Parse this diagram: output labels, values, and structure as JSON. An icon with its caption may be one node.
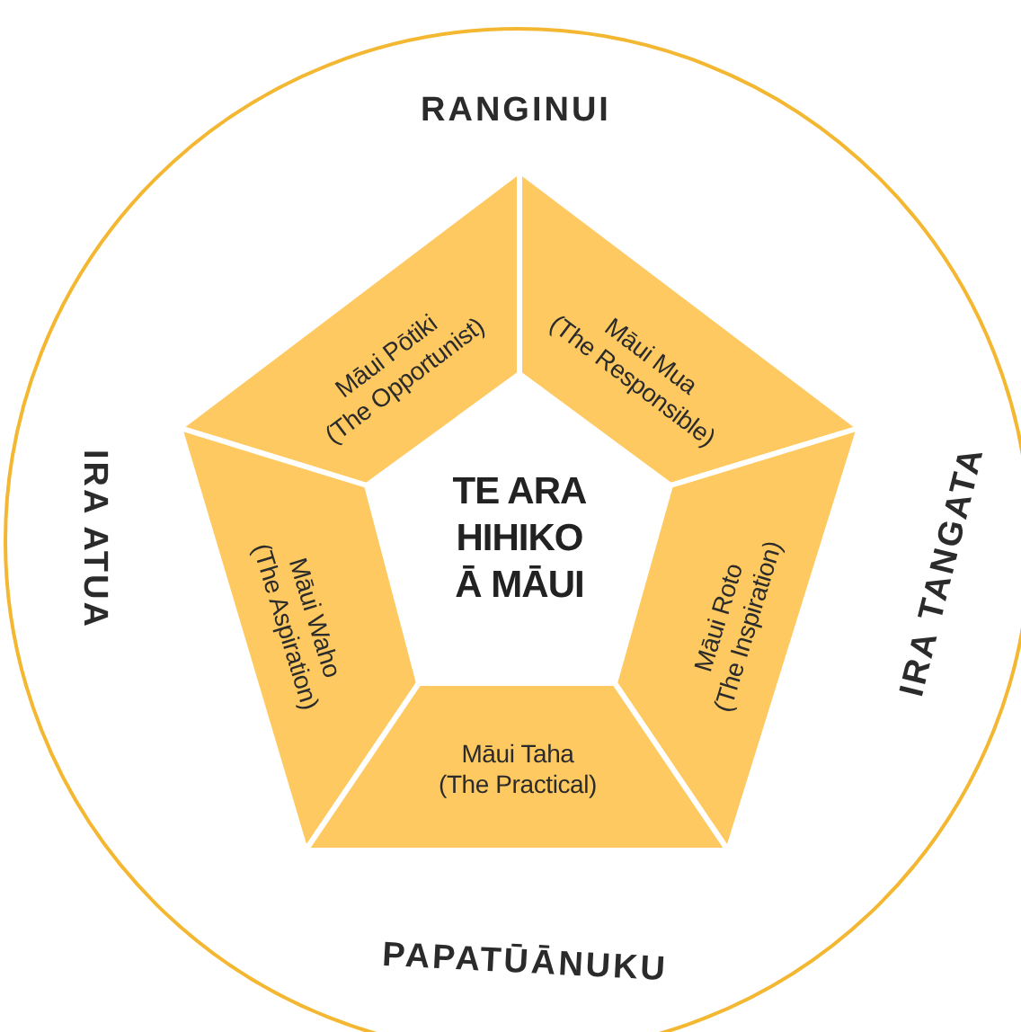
{
  "diagram": {
    "nodes": [
      {
        "text": [
          "RANGINUI",
          "IRA TANGATA",
          "PAPATŪĀNUKU",
          "IRA ATUA"
        ]
      },
      {
        "text": [
          "Māui Pōtiki",
          "(The Opportunist)"
        ],
        "in": 0
      },
      {
        "text": [
          "Māui Mua",
          "(The Responsible)"
        ],
        "in": 0
      },
      {
        "text": [
          "Māui Waho",
          "(The Aspiration)"
        ],
        "in": 0
      },
      {
        "text": [
          "TE ARA HIHIKO Ā MĀUI"
        ],
        "in": 0
      },
      {
        "text": [
          "Māui Roto",
          "(The Inspiration)"
        ],
        "in": 0
      },
      {
        "text": [
          "Māui Taha",
          "(The Practical)"
        ],
        "in": 0
      }
    ],
    "edges": []
  }
}
